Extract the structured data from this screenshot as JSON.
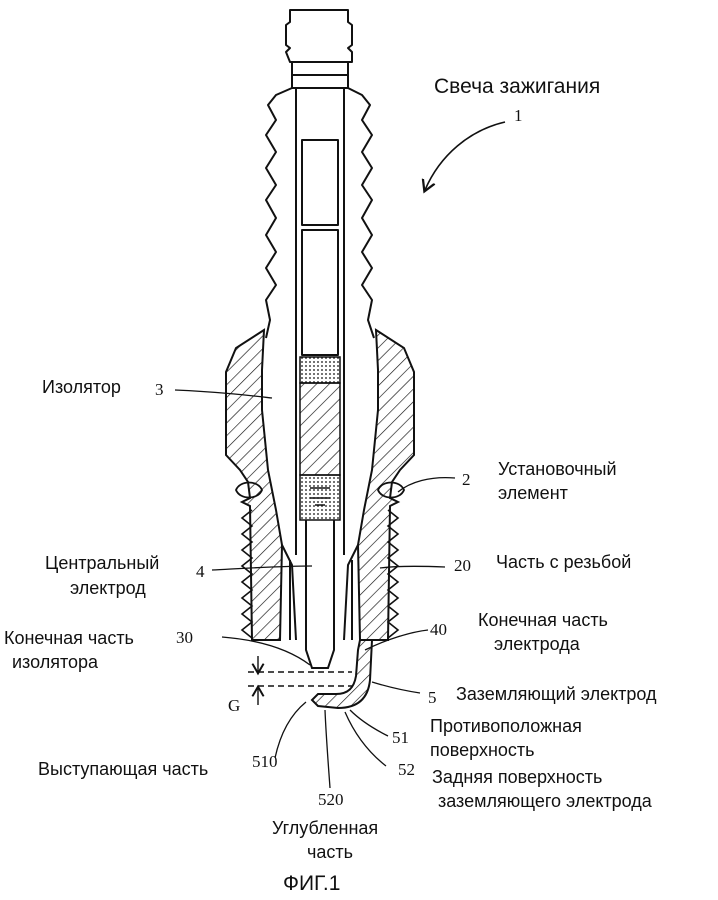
{
  "title": "Свеча зажигания",
  "title_ref": "1",
  "caption": "ФИГ.1",
  "gap_label": "G",
  "callouts": [
    {
      "id": "insulator",
      "text": "Изолятор",
      "ref": "3"
    },
    {
      "id": "mounting_element",
      "text_lines": [
        "Установочный",
        "элемент"
      ],
      "ref": "2"
    },
    {
      "id": "center_electrode",
      "text_lines": [
        "Центральный",
        "электрод"
      ],
      "ref": "4"
    },
    {
      "id": "threaded_part",
      "text": "Часть с резьбой",
      "ref": "20"
    },
    {
      "id": "insulator_end",
      "text_lines": [
        "Конечная часть",
        "изолятора"
      ],
      "ref": "30"
    },
    {
      "id": "electrode_end",
      "text_lines": [
        "Конечная часть",
        "электрода"
      ],
      "ref": "40"
    },
    {
      "id": "ground_electrode",
      "text": "Заземляющий электрод",
      "ref": "5"
    },
    {
      "id": "opposite_surface",
      "text_lines": [
        "Противоположная",
        "поверхность"
      ],
      "ref": "51"
    },
    {
      "id": "back_surface",
      "text_lines": [
        "Задняя поверхность",
        "заземляющего электрода"
      ],
      "ref": "52"
    },
    {
      "id": "protruding_part",
      "text": "Выступающая часть",
      "ref": "510"
    },
    {
      "id": "recessed_part",
      "text_lines": [
        "Углубленная",
        "часть"
      ],
      "ref": "520"
    }
  ]
}
